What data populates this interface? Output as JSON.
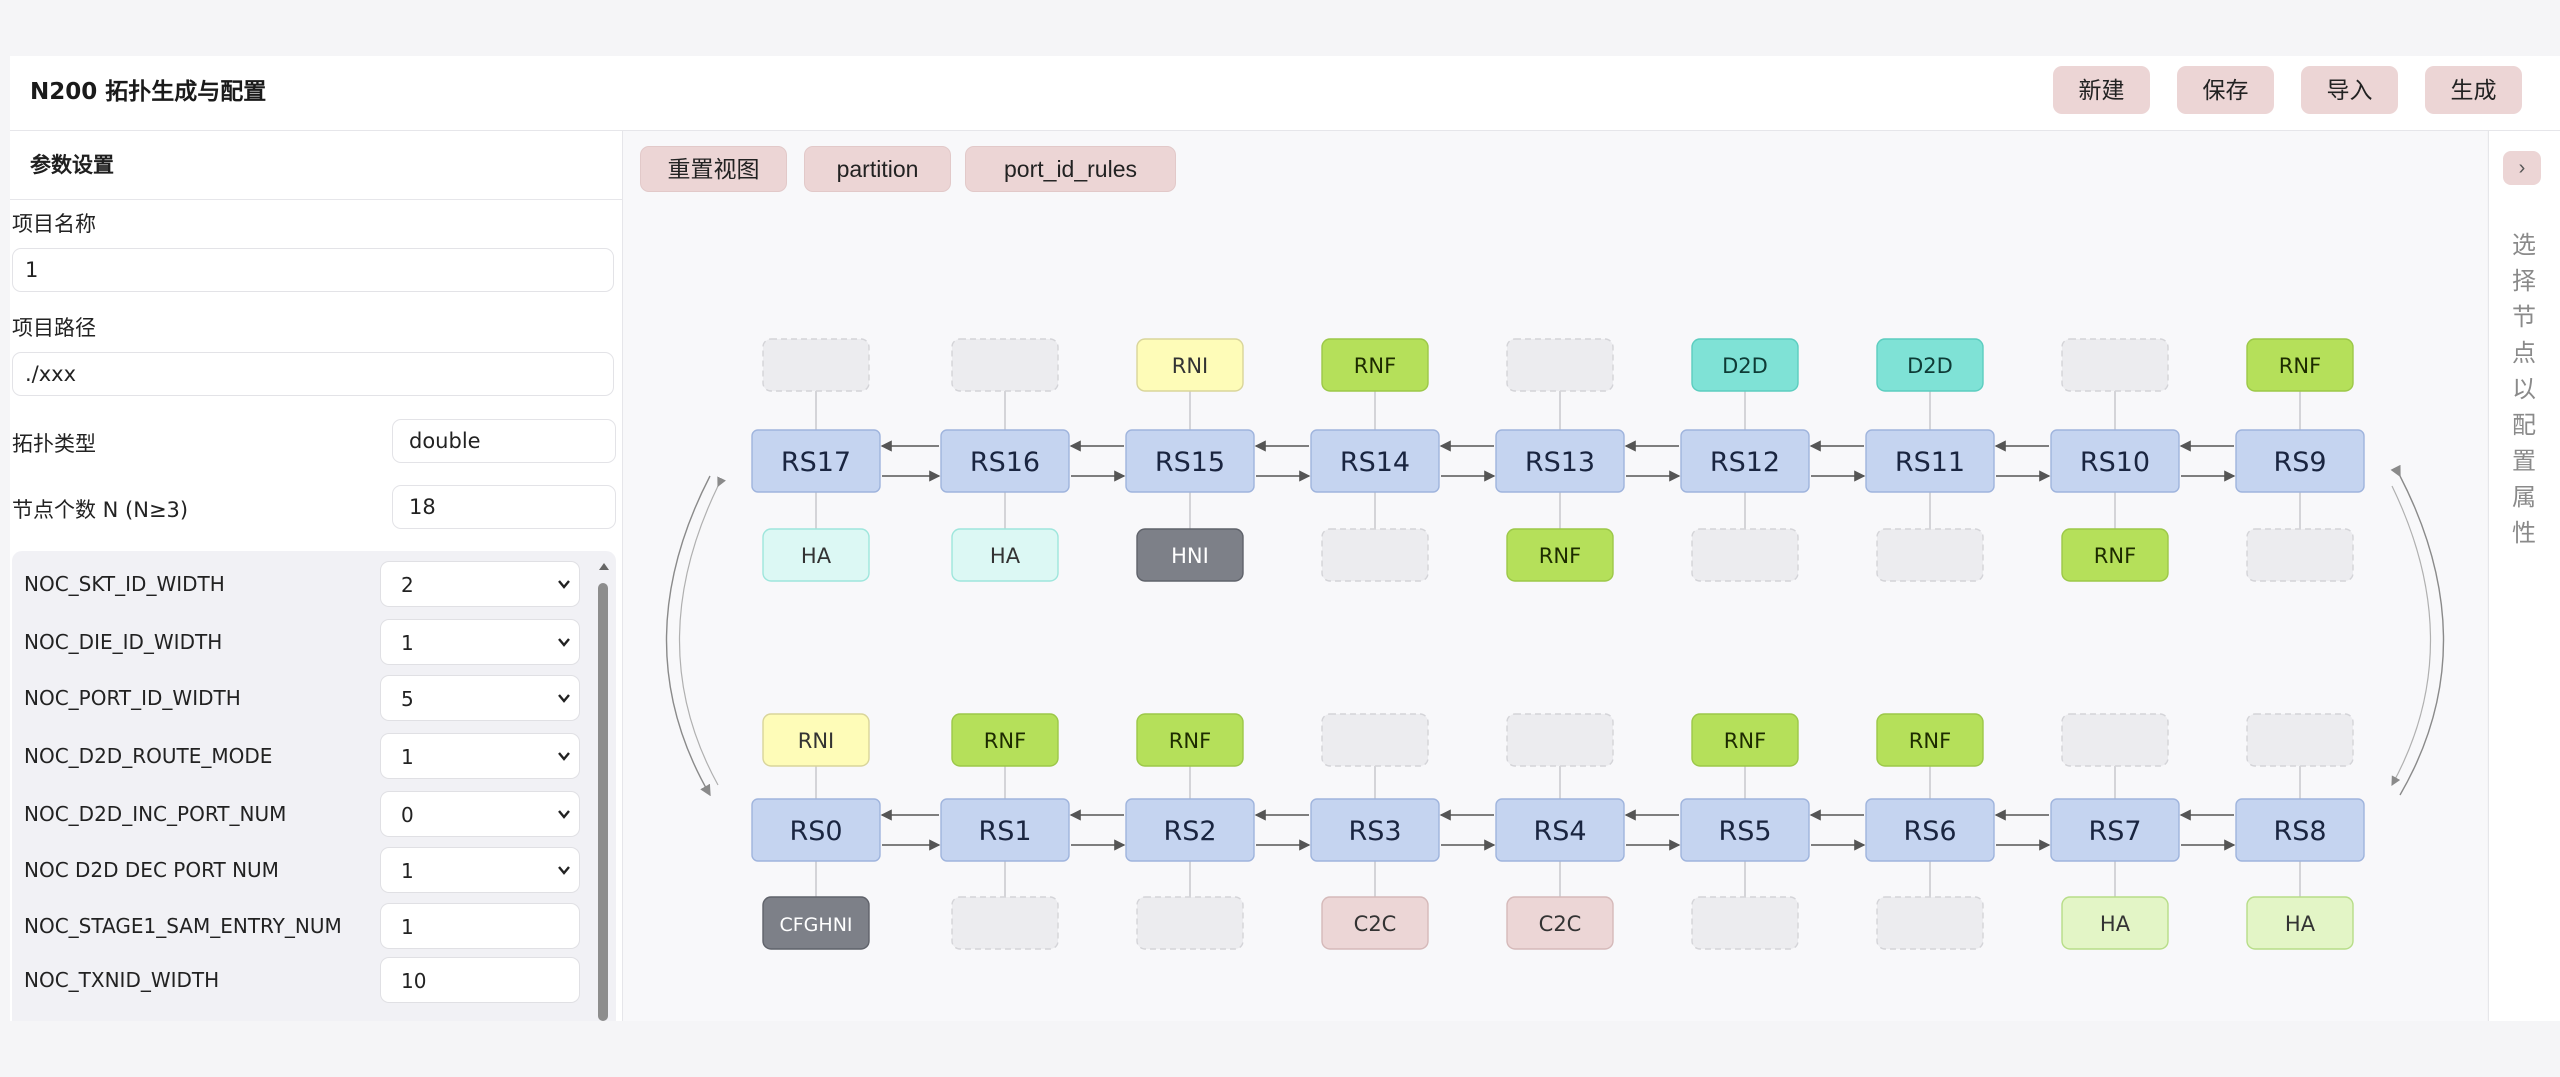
{
  "header": {
    "title": "N200 拓扑生成与配置",
    "buttons": {
      "new": "新建",
      "save": "保存",
      "import": "导入",
      "generate": "生成"
    }
  },
  "left_panel": {
    "title": "参数设置",
    "project_name": {
      "label": "项目名称",
      "value": "1"
    },
    "project_path": {
      "label": "项目路径",
      "value": "./xxx"
    },
    "topology_type": {
      "label": "拓扑类型",
      "value": "double"
    },
    "node_count": {
      "label": "节点个数 N (N≥3)",
      "value": "18"
    },
    "params": [
      {
        "name": "NOC_SKT_ID_WIDTH",
        "value": "2",
        "control": "select"
      },
      {
        "name": "NOC_DIE_ID_WIDTH",
        "value": "1",
        "control": "select"
      },
      {
        "name": "NOC_PORT_ID_WIDTH",
        "value": "5",
        "control": "select"
      },
      {
        "name": "NOC_D2D_ROUTE_MODE",
        "value": "1",
        "control": "select"
      },
      {
        "name": "NOC_D2D_INC_PORT_NUM",
        "value": "0",
        "control": "select"
      },
      {
        "name": "NOC D2D DEC PORT NUM",
        "value": "1",
        "control": "select"
      },
      {
        "name": "NOC_STAGE1_SAM_ENTRY_NUM",
        "value": "1",
        "control": "input"
      },
      {
        "name": "NOC_TXNID_WIDTH",
        "value": "10",
        "control": "input"
      }
    ]
  },
  "toolbar": {
    "reset_view": "重置视图",
    "partition": "partition",
    "port_id_rules": "port_id_rules"
  },
  "right_panel": {
    "collapse": "›",
    "hint": "选择节点以配置属性"
  },
  "topology": {
    "top_row": [
      {
        "rs": "RS17",
        "up": "",
        "down": "HA"
      },
      {
        "rs": "RS16",
        "up": "",
        "down": "HA"
      },
      {
        "rs": "RS15",
        "up": "RNI",
        "down": "HNI"
      },
      {
        "rs": "RS14",
        "up": "RNF",
        "down": ""
      },
      {
        "rs": "RS13",
        "up": "",
        "down": "RNF"
      },
      {
        "rs": "RS12",
        "up": "D2D",
        "down": ""
      },
      {
        "rs": "RS11",
        "up": "D2D",
        "down": ""
      },
      {
        "rs": "RS10",
        "up": "",
        "down": "RNF"
      },
      {
        "rs": "RS9",
        "up": "RNF",
        "down": ""
      }
    ],
    "bottom_row": [
      {
        "rs": "RS0",
        "up": "RNI",
        "down": "CFGHNI"
      },
      {
        "rs": "RS1",
        "up": "RNF",
        "down": ""
      },
      {
        "rs": "RS2",
        "up": "RNF",
        "down": ""
      },
      {
        "rs": "RS3",
        "up": "",
        "down": "C2C"
      },
      {
        "rs": "RS4",
        "up": "",
        "down": "C2C"
      },
      {
        "rs": "RS5",
        "up": "RNF",
        "down": ""
      },
      {
        "rs": "RS6",
        "up": "RNF",
        "down": ""
      },
      {
        "rs": "RS7",
        "up": "",
        "down": "HA"
      },
      {
        "rs": "RS8",
        "up": "",
        "down": "HA"
      }
    ],
    "colors": {
      "rs_fill": "#c5d4f0",
      "rs_border": "#9fb4dd",
      "RNF": "#b5e05a",
      "RNI": "#fefcb8",
      "D2D": "#7fe2d6",
      "HNI": "#7d8088",
      "CFGHNI": "#7d8088",
      "C2C": "#ecd6d6",
      "HA_top": "#dcf8f4",
      "HA_bottom": "#e3f5c6",
      "empty": "#ececef"
    }
  }
}
